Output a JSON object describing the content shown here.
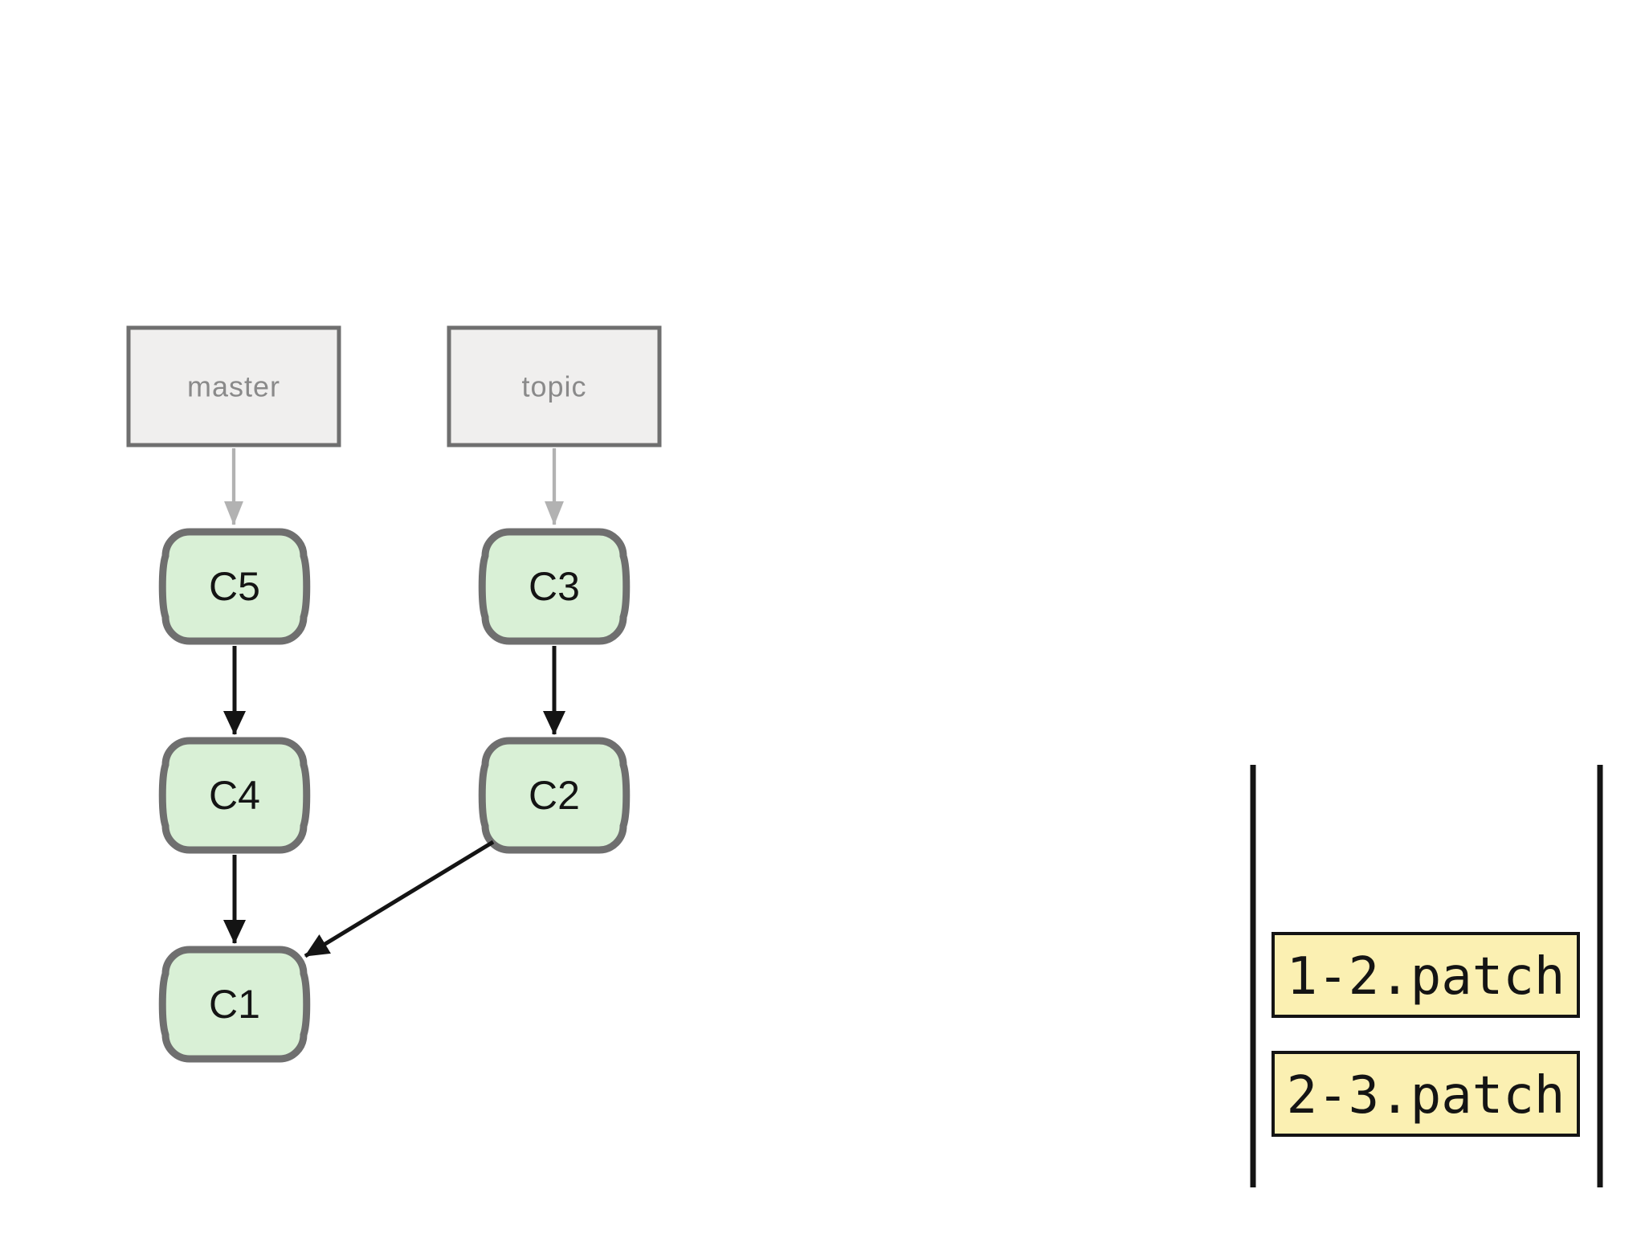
{
  "figure": {
    "branches": {
      "master": {
        "label": "master"
      },
      "topic": {
        "label": "topic"
      }
    },
    "commits": {
      "c5": {
        "label": "C5"
      },
      "c4": {
        "label": "C4"
      },
      "c1": {
        "label": "C1"
      },
      "c3": {
        "label": "C3"
      },
      "c2": {
        "label": "C2"
      }
    },
    "edges": [
      {
        "from": "master",
        "to": "C5",
        "type": "branch-pointer"
      },
      {
        "from": "topic",
        "to": "C3",
        "type": "branch-pointer"
      },
      {
        "from": "C5",
        "to": "C4",
        "type": "parent"
      },
      {
        "from": "C4",
        "to": "C1",
        "type": "parent"
      },
      {
        "from": "C3",
        "to": "C2",
        "type": "parent"
      },
      {
        "from": "C2",
        "to": "C1",
        "type": "parent"
      }
    ],
    "patches": {
      "p12": {
        "label": "1-2.patch"
      },
      "p23": {
        "label": "2-3.patch"
      }
    },
    "colors": {
      "background": "#ffffff",
      "commit_fill": "#d9f0d6",
      "commit_border": "#6f6f6f",
      "branch_fill": "#f0efee",
      "branch_border": "#6f6f6f",
      "branch_text": "#8a8a8a",
      "edge_black": "#141414",
      "edge_gray": "#b2b2b2",
      "patch_fill": "#fbf0b2",
      "patch_border": "#141414",
      "text": "#141414"
    }
  }
}
